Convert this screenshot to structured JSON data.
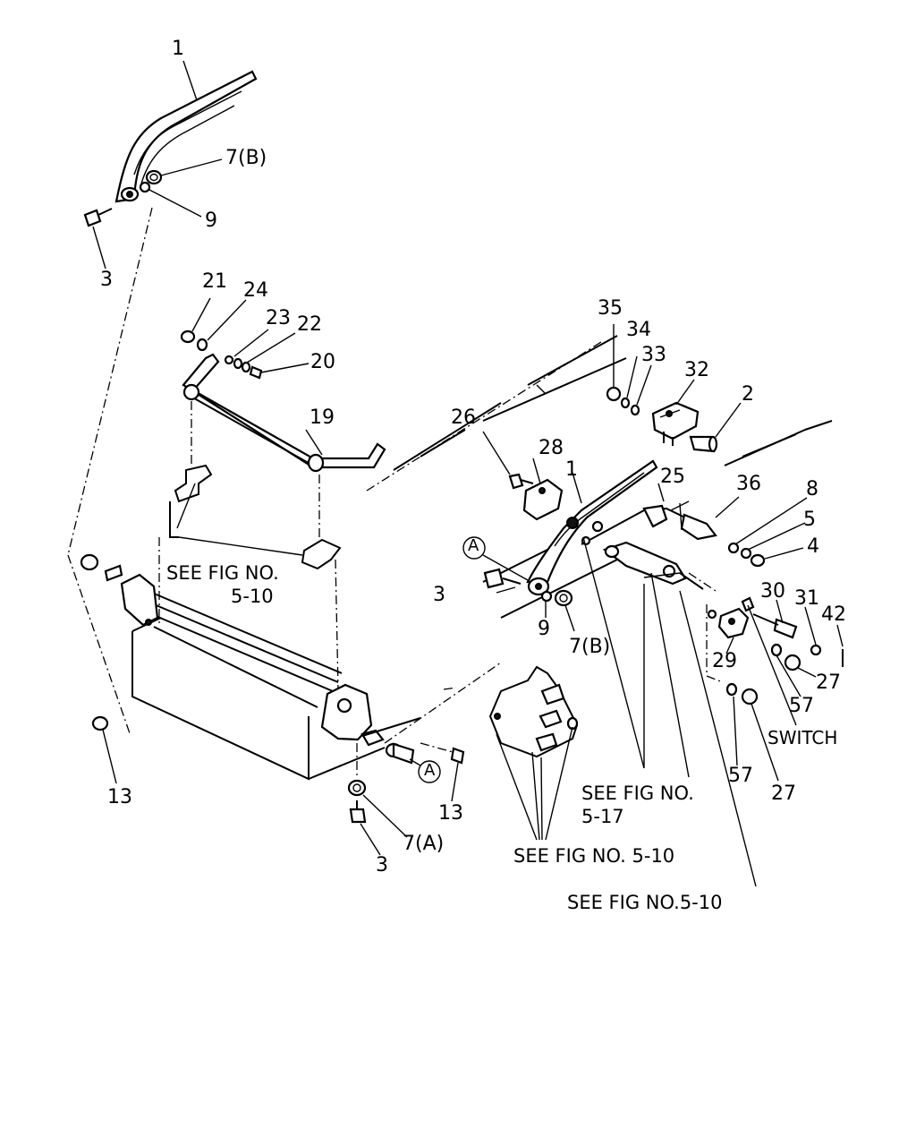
{
  "callouts": {
    "c1_top": "1",
    "c7b_top": "7(B)",
    "c9_top": "9",
    "c3_top": "3",
    "c21": "21",
    "c24": "24",
    "c23": "23",
    "c22": "22",
    "c20": "20",
    "c19": "19",
    "c35": "35",
    "c34": "34",
    "c33": "33",
    "c32": "32",
    "c2": "2",
    "c26": "26",
    "c28": "28",
    "c1_mid": "1",
    "c25": "25",
    "c36": "36",
    "c8": "8",
    "c5": "5",
    "c4": "4",
    "cA_right": "A",
    "c3_mid": "3",
    "c9_mid": "9",
    "c7b_mid": "7(B)",
    "c30": "30",
    "c31": "31",
    "c42": "42",
    "c29": "29",
    "c27_a": "27",
    "c57_a": "57",
    "switch": "SWITCH",
    "c57_b": "57",
    "c27_b": "27",
    "c13_left": "13",
    "cA_bottom": "A",
    "c13_bottom": "13",
    "c7a": "7(A)",
    "c3_bottom": "3"
  },
  "notes": {
    "see_fig_510_left_1": "SEE FIG NO.",
    "see_fig_510_left_2": "5-10",
    "see_fig_517_1": "SEE FIG NO.",
    "see_fig_517_2": "5-17",
    "see_fig_510_center": "SEE FIG NO. 5-10",
    "see_fig_510_bottom": "SEE FIG NO.5-10"
  }
}
